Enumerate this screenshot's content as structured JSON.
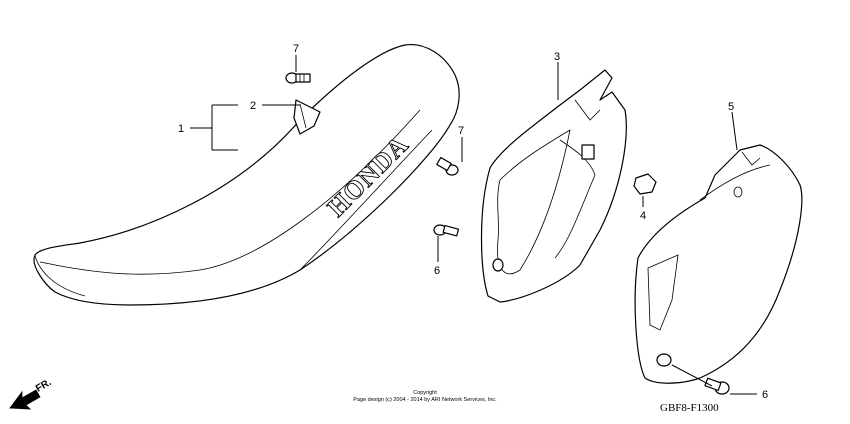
{
  "callouts": {
    "c1": "1",
    "c2": "2",
    "c3": "3",
    "c4": "4",
    "c5": "5",
    "c6a": "6",
    "c6b": "6",
    "c7a": "7",
    "c7b": "7"
  },
  "seat_logo": "HONDA",
  "direction_label": "FR.",
  "copyright_line1": "Copyright",
  "copyright_line2": "Page design (c) 2004 - 2014 by ARI Network Services, Inc.",
  "diagram_code": "GBF8-F1300"
}
